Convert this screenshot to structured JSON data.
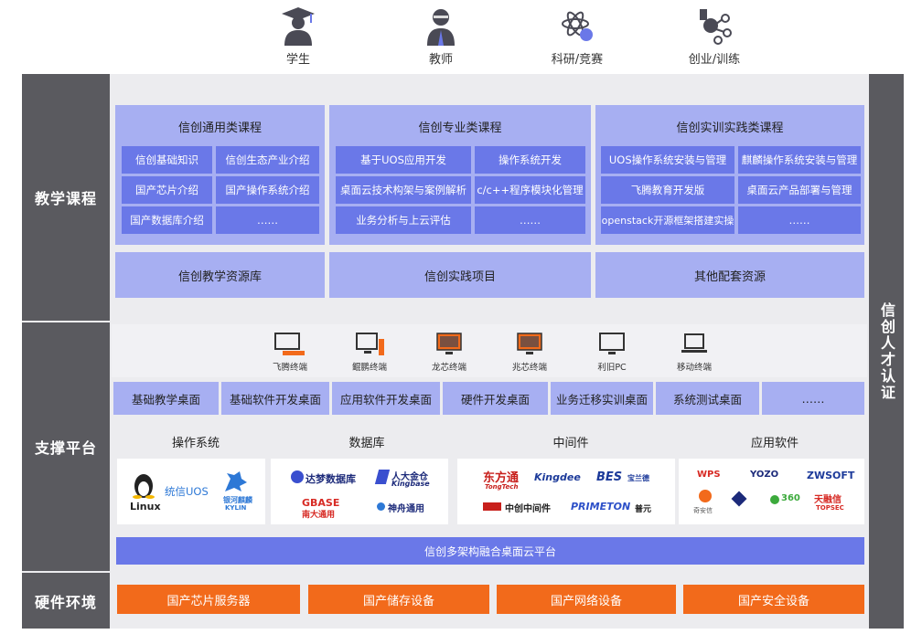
{
  "roles": [
    "学生",
    "教师",
    "科研/竞赛",
    "创业/训练"
  ],
  "sections": {
    "curriculum": "教学课程",
    "platform": "支撑平台",
    "hardware": "硬件环境",
    "certification": "信创人才认证"
  },
  "courses": {
    "general": {
      "title": "信创通用类课程",
      "items": [
        "信创基础知识",
        "信创生态产业介绍",
        "国产芯片介绍",
        "国产操作系统介绍",
        "国产数据库介绍",
        "……"
      ]
    },
    "professional": {
      "title": "信创专业类课程",
      "items": [
        "基于UOS应用开发",
        "操作系统开发",
        "桌面云技术构架与案例解析",
        "c/c++程序模块化管理",
        "业务分析与上云评估",
        "……"
      ]
    },
    "practice": {
      "title": "信创实训实践类课程",
      "items": [
        "UOS操作系统安装与管理",
        "麒麟操作系统安装与管理",
        "飞腾教育开发版",
        "桌面云产品部署与管理",
        "openstack开源框架搭建实操",
        "……"
      ]
    }
  },
  "resources": [
    "信创教学资源库",
    "信创实践项目",
    "其他配套资源"
  ],
  "terminals": [
    "飞腾终端",
    "鲲鹏终端",
    "龙芯终端",
    "兆芯终端",
    "利旧PC",
    "移动终端"
  ],
  "desktops": [
    "基础教学桌面",
    "基础软件开发桌面",
    "应用软件开发桌面",
    "硬件开发桌面",
    "业务迁移实训桌面",
    "系统测试桌面",
    "……"
  ],
  "software": {
    "os": {
      "title": "操作系统",
      "logos": [
        "Linux",
        "统信UOS",
        "银河麒麟",
        "KYLIN"
      ]
    },
    "db": {
      "title": "数据库",
      "logos": [
        "达梦数据库",
        "人大金仓",
        "Kingbase",
        "GBASE",
        "南大通用",
        "神舟通用"
      ]
    },
    "middleware": {
      "title": "中间件",
      "logos": [
        "东方通",
        "TongTech",
        "Kingdee",
        "BES",
        "宝兰德",
        "中创中间件",
        "PRIMETON",
        "普元"
      ]
    },
    "apps": {
      "title": "应用软件",
      "logos": [
        "WPS",
        "YOZO",
        "ZWSOFT",
        "奇安信",
        "360",
        "天融信",
        "TOPSEC"
      ]
    }
  },
  "cloud_platform": "信创多架构融合桌面云平台",
  "hardware": [
    "国产芯片服务器",
    "国产储存设备",
    "国产网络设备",
    "国产安全设备"
  ],
  "colors": {
    "dark": "#5a5a5f",
    "light_blue": "#a7aff2",
    "blue": "#6a78e8",
    "orange": "#f26a1b"
  }
}
